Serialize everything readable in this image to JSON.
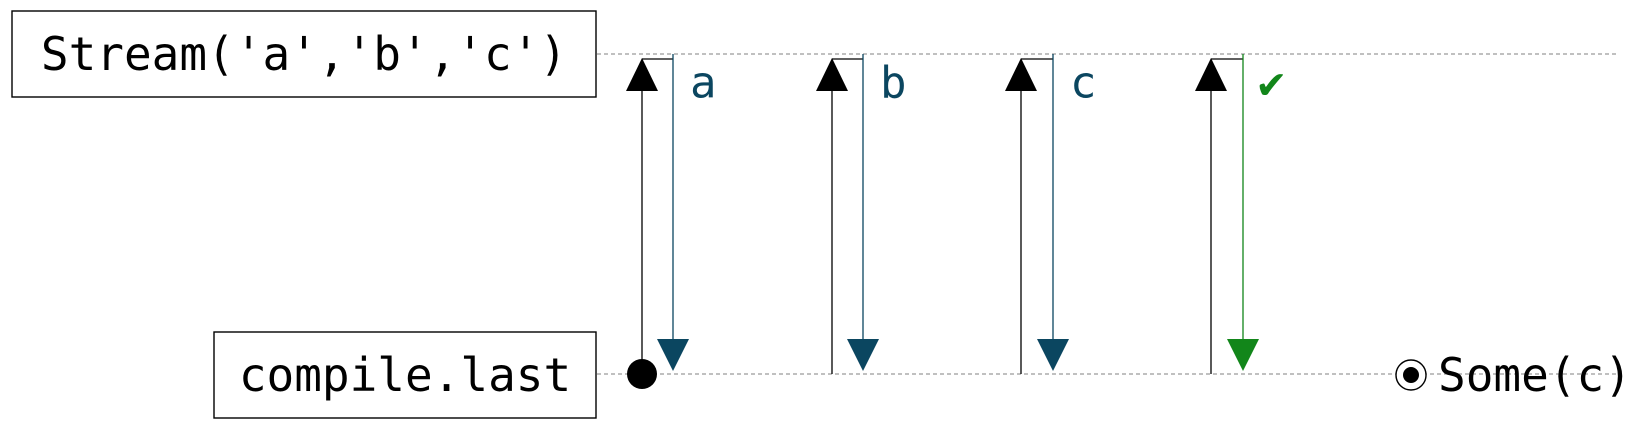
{
  "stream": {
    "label": "Stream('a','b','c')"
  },
  "operation": {
    "label": "compile.last"
  },
  "pulls": [
    {
      "emitted": "a",
      "kind": "element"
    },
    {
      "emitted": "b",
      "kind": "element"
    },
    {
      "emitted": "c",
      "kind": "element"
    },
    {
      "emitted": "✔",
      "kind": "done"
    }
  ],
  "result": {
    "label": "Some(c)"
  },
  "colors": {
    "element": "#0b4660",
    "done": "#12861a",
    "pull": "#000000",
    "guide": "#9a9a9a"
  }
}
